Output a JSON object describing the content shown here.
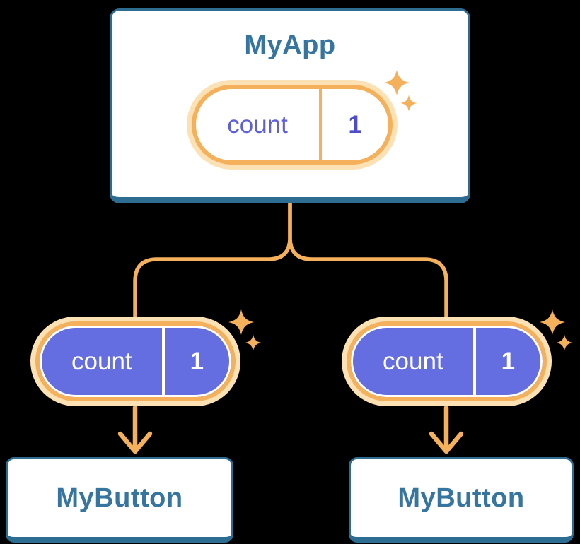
{
  "root": {
    "title": "MyApp",
    "state_name": "count",
    "state_value": "1"
  },
  "children": [
    {
      "title": "MyButton",
      "state_name": "count",
      "state_value": "1"
    },
    {
      "title": "MyButton",
      "state_name": "count",
      "state_value": "1"
    }
  ],
  "colors": {
    "background": "#000000",
    "box_border_blue": "#2e6d92",
    "title_text_blue": "#36759f",
    "accent_orange": "#f5b05b",
    "orange_glow": "#fce1b4",
    "state_purple": "#646ee0",
    "root_state_text_purple": "#5f5fd8",
    "white": "#ffffff"
  }
}
